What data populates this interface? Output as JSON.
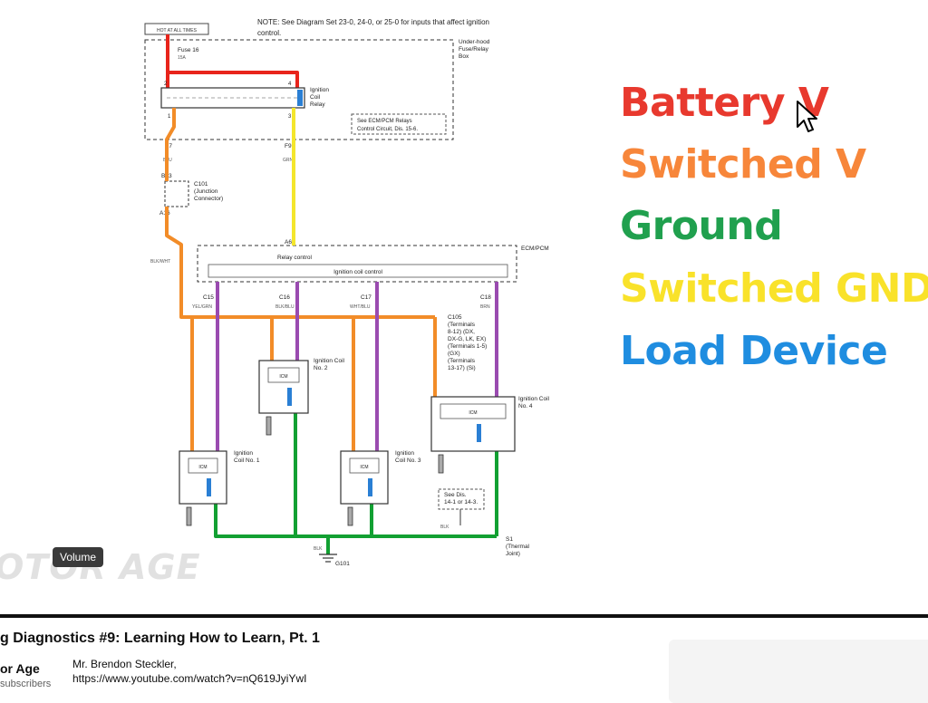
{
  "diagram": {
    "hot_label": "HOT AT ALL TIMES",
    "note": "NOTE: See Diagram Set 23-0, 24-0, or 25-0 for inputs that affect ignition",
    "note_cont": "control.",
    "underhood_box": "Under-hood",
    "underhood_box2": "Fuse/Relay",
    "underhood_box3": "Box",
    "fuse": "Fuse 16",
    "fuse_amp": "15A",
    "relay": "Ignition",
    "relay2": "Coil",
    "relay3": "Relay",
    "relay_note": "See ECM/PCM Relays",
    "relay_note2": "Control Circuit, Dis. 15-6.",
    "pin_e7": "E7",
    "pin_f9": "F9",
    "pin_b23": "B23",
    "pin_a16": "A16",
    "pin_a6": "A6",
    "c101": "C101",
    "c101_b": "(Junction",
    "c101_c": "Connector)",
    "ecm": "ECM/PCM",
    "relay_control": "Relay control",
    "ign_coil_control": "Ignition coil control",
    "pin_c15": "C15",
    "pin_c16": "C16",
    "pin_c17": "C17",
    "pin_c18": "C18",
    "c105": "C105",
    "c105_b": "(Terminals",
    "c105_c": "8-12) (DX,",
    "c105_d": "DX-G, LK, EX)",
    "c105_e": "(Terminals 1-5)",
    "c105_f": "(GX)",
    "c105_g": "(Terminals",
    "c105_h": "13-17) (Si)",
    "coil1": "Ignition",
    "coil1_b": "Coil No. 1",
    "coil2": "Ignition Coil",
    "coil2_b": "No. 2",
    "coil3": "Ignition",
    "coil3_b": "Coil No. 3",
    "coil4": "Ignition Coil",
    "coil4_b": "No. 4",
    "see_dis": "See Dis.",
    "see_dis2": "14-1 or 14-3.",
    "g101": "G101",
    "s1": "S1",
    "s1_b": "(Thermal",
    "s1_c": "Joint)",
    "icm": "ICM",
    "blk": "BLK",
    "blu": "BLU",
    "grn": "GRN",
    "blk_wht": "BLK/WHT",
    "yel_grn": "YEL/GRN",
    "blk_blu": "BLK/BLU",
    "wht_blu": "WHT/BLU",
    "brn": "BRN"
  },
  "legend": {
    "battery": {
      "label": "Battery V",
      "color": "#e8392e"
    },
    "switched_v": {
      "label": "Switched V",
      "color": "#f7863a"
    },
    "ground": {
      "label": "Ground",
      "color": "#20a04e"
    },
    "switched_gnd": {
      "label": "Switched GND",
      "color": "#f9e22a"
    },
    "load_device": {
      "label": "Load Device",
      "color": "#1f8de0"
    }
  },
  "wire_colors": {
    "battery": "#e8241b",
    "switched": "#f28c28",
    "ground": "#12a032",
    "switched_gnd": "#f4e62c",
    "control": "#9a4bb0",
    "load": "#2a7fd4"
  },
  "watermark": "OTOR AGE",
  "tooltip": "Volume",
  "video_title": "g Diagnostics #9: Learning How to Learn, Pt. 1",
  "channel_name": "or Age",
  "subscriber_count": "subscribers",
  "credit_name": "Mr. Brendon Steckler,",
  "credit_url": "https://www.youtube.com/watch?v=nQ619JyiYwI"
}
